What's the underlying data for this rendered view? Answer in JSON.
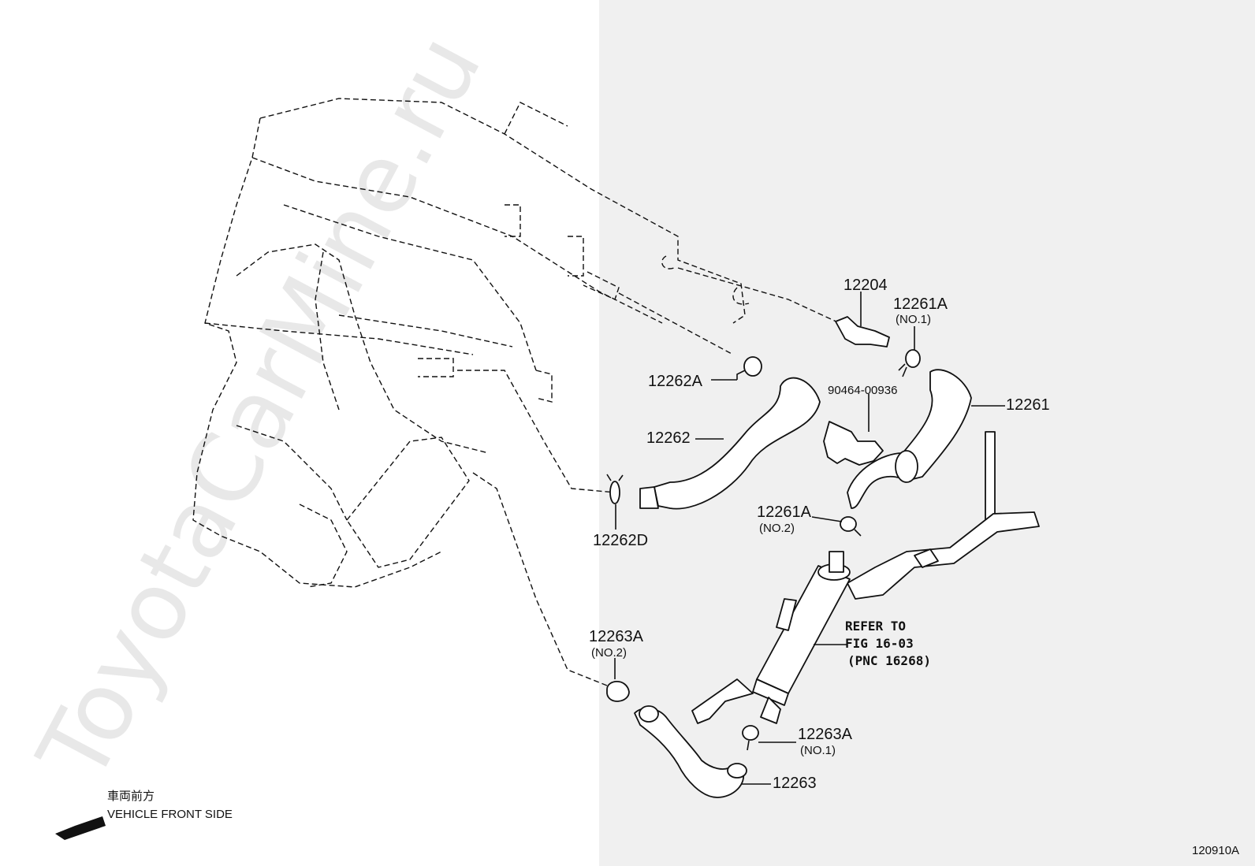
{
  "watermark": "ToyotaCarMine.ru",
  "direction": {
    "jp": "車両前方",
    "en": "VEHICLE FRONT SIDE"
  },
  "figure_code": "120910A",
  "refer": {
    "line1": "REFER TO",
    "line2": "FIG 16-03",
    "line3": "(PNC 16268)"
  },
  "parts": {
    "p12204": "12204",
    "p12261A_top": "12261A",
    "p12261A_top_sub": "(NO.1)",
    "p12262A": "12262A",
    "p90464": "90464-00936",
    "p12261": "12261",
    "p12262": "12262",
    "p12261A_mid": "12261A",
    "p12261A_mid_sub": "(NO.2)",
    "p12262D": "12262D",
    "p12263A_left": "12263A",
    "p12263A_left_sub": "(NO.2)",
    "p12263A_right": "12263A",
    "p12263A_right_sub": "(NO.1)",
    "p12263": "12263"
  }
}
